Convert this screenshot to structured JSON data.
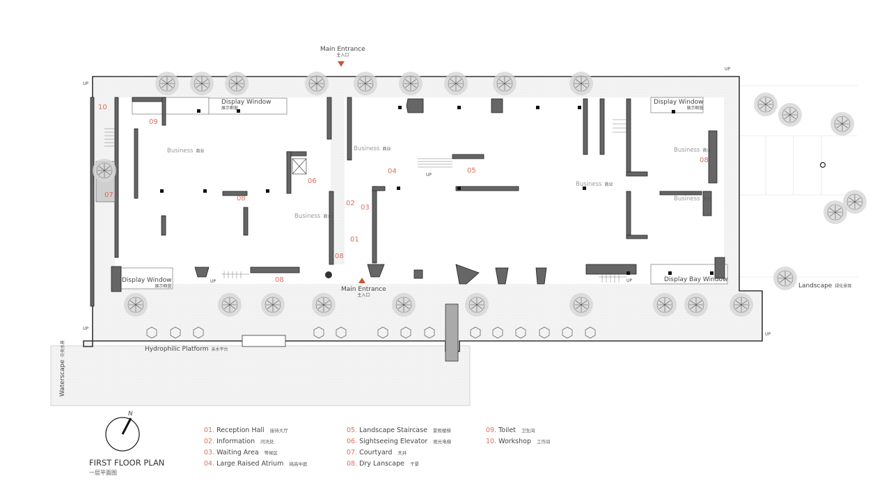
{
  "plan": {
    "title": "FIRST FLOOR PLAN",
    "title_cn": "一层平面图",
    "north_label": "N",
    "accent_color": "#d9705a",
    "entrance_marker_color": "#c8553d"
  },
  "labels": {
    "main_entrance": "Main  Entrance",
    "main_entrance_cn": "主入口",
    "display_window": "Display Window",
    "display_window_cn": "展示橱窗",
    "display_bay_window": "Display Bay Window",
    "business": "Business",
    "business_cn": "商业",
    "hydrophilic_platform": "Hydrophilic Platform",
    "hydrophilic_platform_cn": "亲水平台",
    "waterscape": "Waterscape",
    "waterscape_cn": "中央水景",
    "landscape": "Landscape",
    "landscape_cn": "绿化景观",
    "up": "UP"
  },
  "room_numbers": [
    "10",
    "09",
    "07",
    "08",
    "06",
    "04",
    "05",
    "02",
    "03",
    "01",
    "08",
    "08",
    "08"
  ],
  "legend": [
    {
      "num": "01.",
      "en": "Reception Hall",
      "cn": "接待大厅"
    },
    {
      "num": "02.",
      "en": "Information",
      "cn": "问讯处"
    },
    {
      "num": "03.",
      "en": "Waiting Area",
      "cn": "等候区"
    },
    {
      "num": "04.",
      "en": "Large Raised Atrium",
      "cn": "挑高中庭"
    },
    {
      "num": "05.",
      "en": "Landscape Staircase",
      "cn": "景观楼梯"
    },
    {
      "num": "06.",
      "en": "Sightseeing Elevator",
      "cn": "观光电梯"
    },
    {
      "num": "07.",
      "en": "Courtyard",
      "cn": "天井"
    },
    {
      "num": "08.",
      "en": "Dry Lanscape",
      "cn": "干景"
    },
    {
      "num": "09.",
      "en": "Toilet",
      "cn": "卫生间"
    },
    {
      "num": "10.",
      "en": "Workshop",
      "cn": "工作间"
    }
  ]
}
